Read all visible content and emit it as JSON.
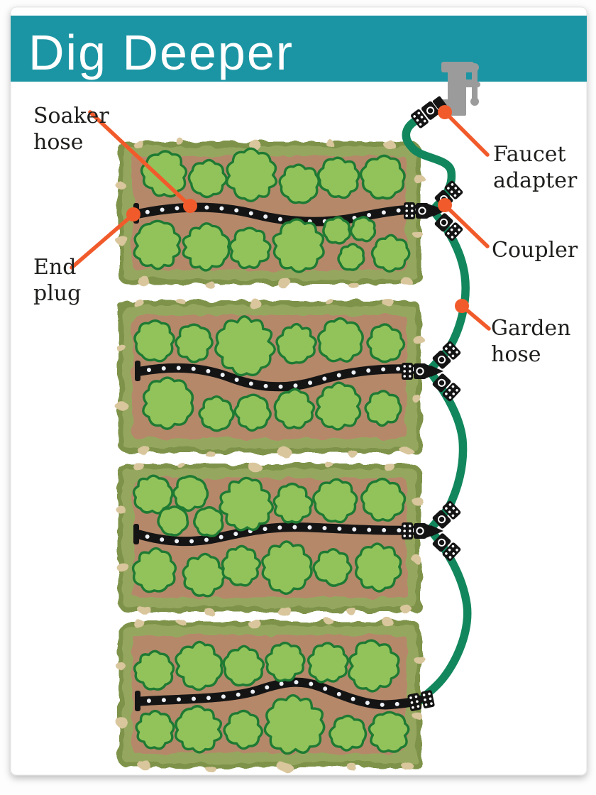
{
  "header": {
    "title": "Dig Deeper"
  },
  "callouts": {
    "soaker_hose": {
      "lines": [
        "Soaker",
        "hose"
      ]
    },
    "end_plug": {
      "lines": [
        "End",
        "plug"
      ]
    },
    "faucet_adapter": {
      "lines": [
        "Faucet",
        "adapter"
      ]
    },
    "coupler": {
      "lines": [
        "Coupler"
      ]
    },
    "garden_hose": {
      "lines": [
        "Garden",
        "hose"
      ]
    }
  },
  "diagram": {
    "beds_count": 4
  },
  "colors": {
    "header_bg": "#1B95A3",
    "title_text": "#FFFFFF",
    "label_text": "#1E1E1C",
    "callout_orange": "#F15B2B",
    "garden_hose_green": "#12875D",
    "soaker_hose_black": "#141414",
    "soaker_hose_dots": "#EEF1F6",
    "soil_brown": "#B5886B",
    "bed_border_olive": "#95A75F",
    "bed_border_dark_olive": "#7E9348",
    "bed_border_tan": "#D9C69C",
    "plant_green": "#92C35B",
    "plant_outline_green": "#1E7A33",
    "faucet_gray": "#9B9B9B",
    "card_bg": "#FFFFFF"
  }
}
